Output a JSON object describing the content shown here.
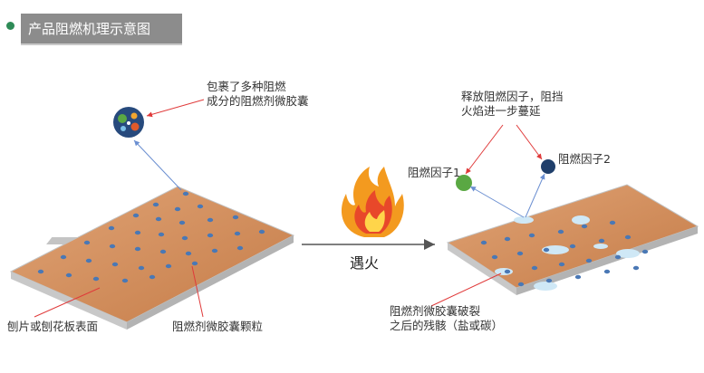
{
  "header": {
    "title": "产品阻燃机理示意图",
    "bullet_color": "#2e8b57",
    "box_color": "#8c8c8c"
  },
  "labels": {
    "capsule_desc_line1": "包裹了多种阻燃",
    "capsule_desc_line2": "成分的阻燃剂微胶囊",
    "release_line1": "释放阻燃因子，阻挡",
    "release_line2": "火焰进一步蔓延",
    "factor1": "阻燃因子1",
    "factor2": "阻燃因子2",
    "fire": "遇火",
    "surface": "刨片或刨花板表面",
    "particles": "阻燃剂微胶囊颗粒",
    "residue_line1": "阻燃剂微胶囊破裂",
    "residue_line2": "之后的残骸（盐或碳）"
  },
  "colors": {
    "board": "#d08a57",
    "board_edge": "#b9b9b9",
    "capsule_dot": "#4a78b5",
    "factor1": "#5aa843",
    "factor2": "#1f3f6b",
    "callout_red": "#e03a3a",
    "callout_blue": "#6b8fd1",
    "arrow": "#555555",
    "residue": "#cfe8f6"
  },
  "icons": {
    "fire": "flame-icon",
    "capsule": "capsule-icon"
  }
}
